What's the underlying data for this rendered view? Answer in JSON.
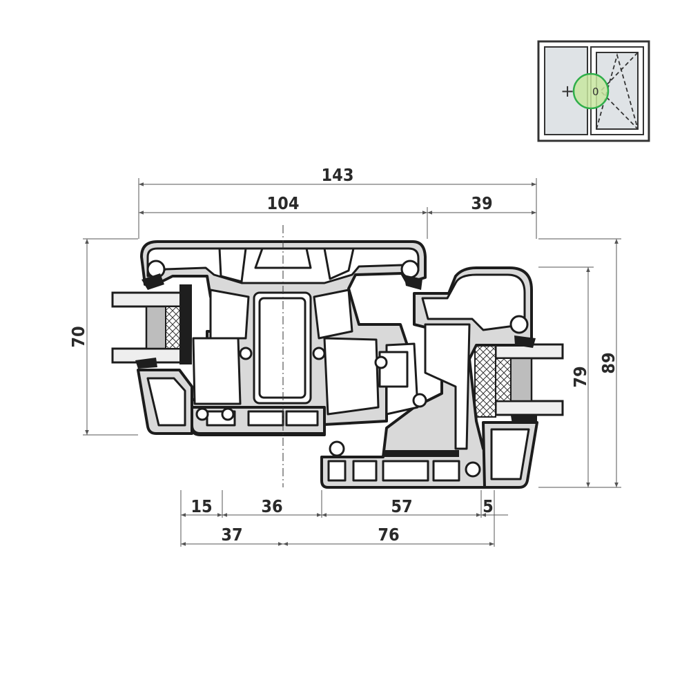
{
  "dimensions": {
    "overall_width": "143",
    "frame_width": "104",
    "sash_overlap": "39",
    "frame_depth": "70",
    "sash_depth": "79",
    "total_depth": "89",
    "bottom_15": "15",
    "bottom_36": "36",
    "bottom_57": "57",
    "bottom_5": "5",
    "bottom_37": "37",
    "bottom_76": "76"
  },
  "thumbnail": {
    "highlight_color": "#c8e6a0",
    "highlight_stroke": "#2fae4a",
    "fixed_symbol": "+",
    "handle_symbol": "0"
  },
  "colors": {
    "profile_fill": "#d9d9d9",
    "outline": "#1c1c1c",
    "dimension_line": "#555555"
  }
}
